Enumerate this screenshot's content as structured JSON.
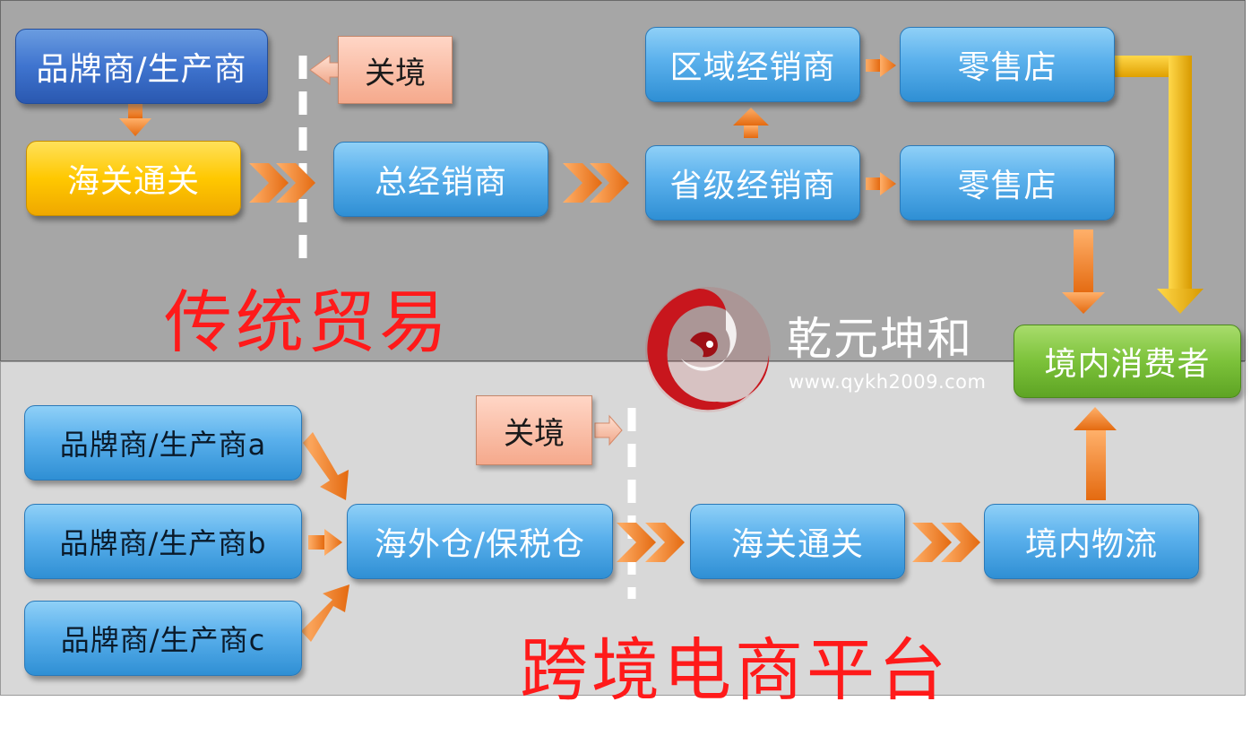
{
  "traditional": {
    "brand_box": "品牌商/生产商",
    "customs_box": "海关通关",
    "border_label": "关境",
    "general_distributor": "总经销商",
    "regional_distributor": "区域经销商",
    "provincial_distributor": "省级经销商",
    "retail_store_1": "零售店",
    "retail_store_2": "零售店",
    "section_label": "传统贸易"
  },
  "crossborder": {
    "brand_a": "品牌商/生产商a",
    "brand_b": "品牌商/生产商b",
    "brand_c": "品牌商/生产商c",
    "border_label": "关境",
    "warehouse": "海外仓/保税仓",
    "customs_box": "海关通关",
    "domestic_logistics": "境内物流",
    "section_label": "跨境电商平台"
  },
  "consumer": "境内消费者",
  "logo": {
    "name": "乾元坤和",
    "url": "www.qykh2009.com"
  },
  "colors": {
    "arrow_orange": "#f08a30",
    "arrow_gold": "#e8b000",
    "label_red": "#ff1a1a",
    "logo_red": "#c8161d"
  }
}
